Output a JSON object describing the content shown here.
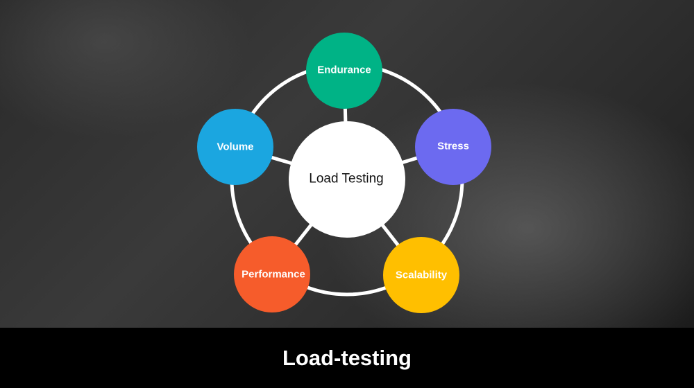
{
  "diagram": {
    "center": {
      "label": "Load Testing",
      "color": "#ffffff"
    },
    "nodes": [
      {
        "label": "Endurance",
        "color": "#00b386"
      },
      {
        "label": "Stress",
        "color": "#6c6af0"
      },
      {
        "label": "Scalability",
        "color": "#ffbf00"
      },
      {
        "label": "Performance",
        "color": "#f65c2b"
      },
      {
        "label": "Volume",
        "color": "#1ba6e0"
      }
    ]
  },
  "footer": {
    "title": "Load-testing"
  }
}
